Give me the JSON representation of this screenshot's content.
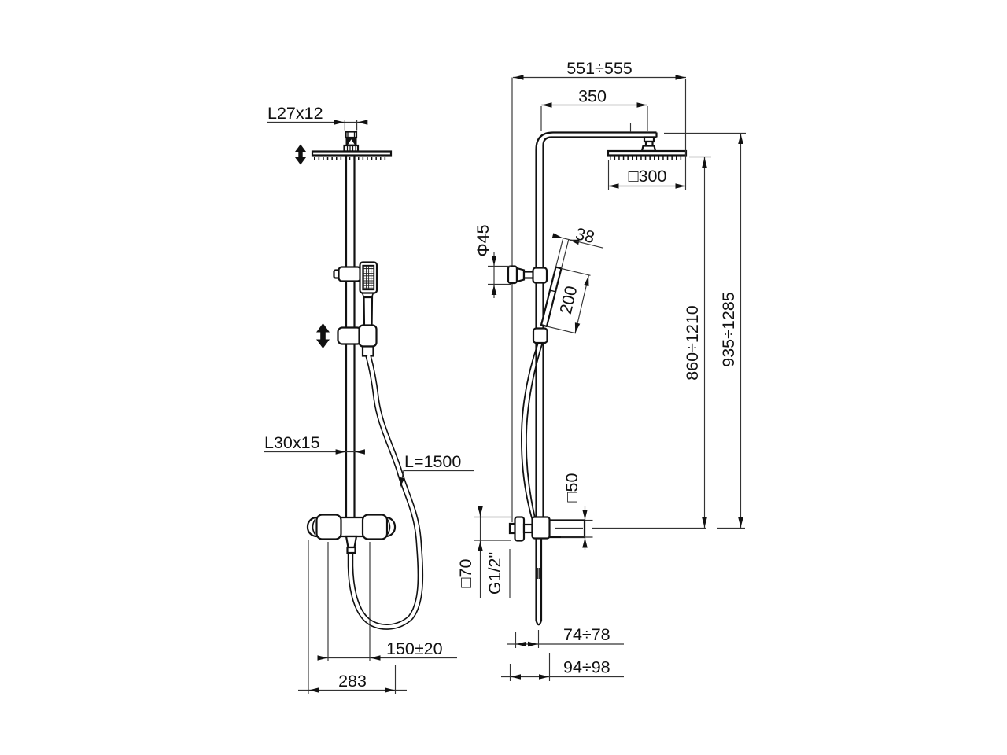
{
  "drawing": {
    "title": "shower-column-technical-drawing",
    "front_view": {
      "dim_rail_section_top": "L27x12",
      "dim_rail_section": "L30x15",
      "dim_hose_length": "L=1500",
      "dim_outlet_offset": "150±20",
      "dim_body_width": "283"
    },
    "side_view": {
      "dim_top_projection": "551÷555",
      "dim_arm_projection": "350",
      "dim_head_size": "□300",
      "dim_union_diameter": "Φ45",
      "dim_handshower_width": "38",
      "dim_handshower_length": "200",
      "dim_rail_height_range": "860÷1210",
      "dim_total_height_range": "935÷1285",
      "dim_body_depth": "□50",
      "dim_flange_size": "□70",
      "dim_thread": "G1/2\"",
      "dim_wall_to_hose": "74÷78",
      "dim_wall_to_rail": "94÷98"
    }
  }
}
